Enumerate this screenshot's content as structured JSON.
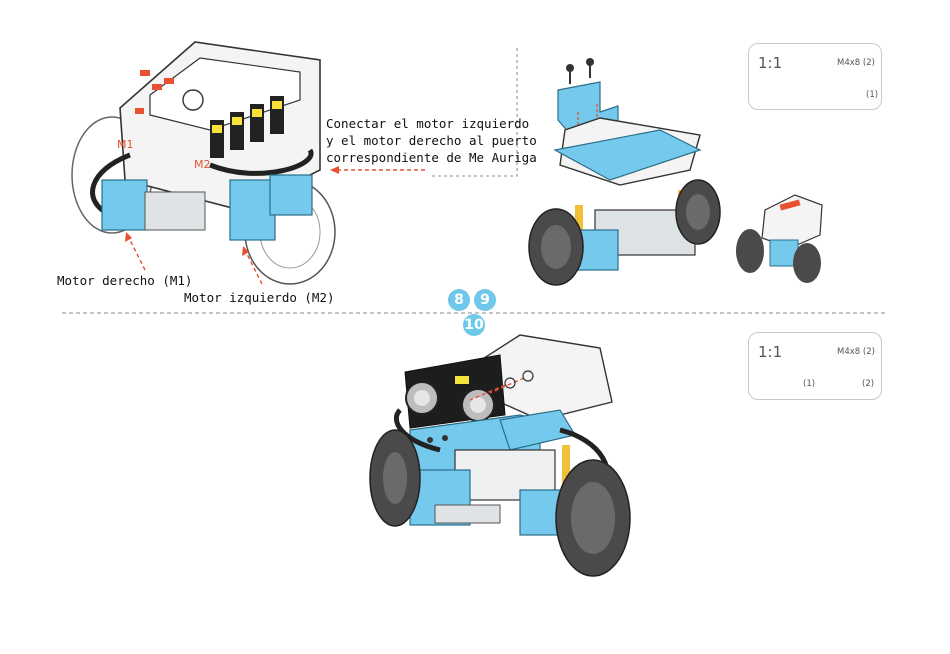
{
  "instruction": {
    "line1": "Conectar el motor izquierdo",
    "line2": "y el motor derecho al puerto",
    "line3": "correspondiente de Me Auriga"
  },
  "labels": {
    "motor_right": "Motor derecho (M1)",
    "motor_left": "Motor izquierdo (M2)",
    "port_m1": "M1",
    "port_m2": "M2"
  },
  "steps": [
    "8",
    "9",
    "10"
  ],
  "parts_top": {
    "scale": "1:1",
    "screw": "M4x8 (2)",
    "bracket_qty": "(1)"
  },
  "parts_bottom": {
    "scale": "1:1",
    "screw": "M4x8 (2)",
    "sensor_qty": "(1)",
    "nut_qty": "(2)"
  },
  "colors": {
    "accent_blue": "#6fc7ea",
    "part_blue": "#74c9ec",
    "arrow_red": "#e8512f",
    "wheel_dark": "#4a4a4a"
  }
}
